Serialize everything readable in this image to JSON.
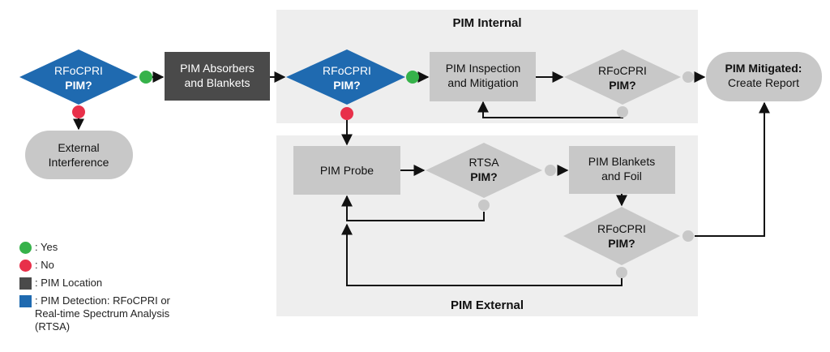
{
  "colors": {
    "detection": "#1f6ab0",
    "location": "#4a4a4a",
    "gray": "#c8c8c8",
    "panel": "#eeeeee",
    "yes": "#36b24a",
    "no": "#e8304a",
    "line": "#111111"
  },
  "regions": {
    "internal_title": "PIM Internal",
    "external_title": "PIM External"
  },
  "nodes": {
    "d1": {
      "line1": "RFoCPRI",
      "line2": "PIM?"
    },
    "absorbers": {
      "line1": "PIM Absorbers",
      "line2": "and Blankets"
    },
    "d2": {
      "line1": "RFoCPRI",
      "line2": "PIM?"
    },
    "inspection": {
      "line1": "PIM Inspection",
      "line2": "and Mitigation"
    },
    "d3": {
      "line1": "RFoCPRI",
      "line2": "PIM?"
    },
    "mitigated": {
      "line1": "PIM Mitigated:",
      "line2": "Create Report"
    },
    "external": {
      "line1": "External",
      "line2": "Interference"
    },
    "probe": {
      "line1": "PIM Probe"
    },
    "rtsa": {
      "line1": "RTSA",
      "line2": "PIM?"
    },
    "blankets_foil": {
      "line1": "PIM Blankets",
      "line2": "and Foil"
    },
    "d5": {
      "line1": "RFoCPRI",
      "line2": "PIM?"
    }
  },
  "legend": [
    {
      "label": ": Yes",
      "kind": "circle",
      "color": "#36b24a"
    },
    {
      "label": ": No",
      "kind": "circle",
      "color": "#e8304a"
    },
    {
      "label": ": PIM Location",
      "kind": "square",
      "color": "#4a4a4a"
    },
    {
      "label": ": PIM Detection: RFoCPRI or Real-time Spectrum Analysis (RTSA)",
      "kind": "square",
      "color": "#1f6ab0"
    }
  ]
}
